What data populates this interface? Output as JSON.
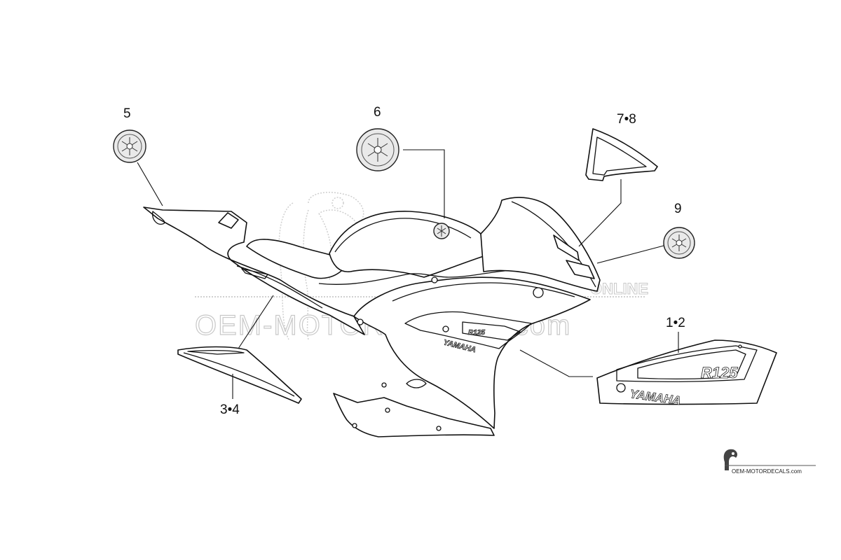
{
  "callouts": {
    "p5": "5",
    "p6": "6",
    "p78": "7•8",
    "p9": "9",
    "p12": "1•2",
    "p34": "3•4"
  },
  "decals": {
    "yamaha_large": "YAMAHA",
    "yamaha_fairing": "YAMAHA",
    "model_large": "R125",
    "model_fairing": "R125"
  },
  "watermark": {
    "text": "OEM-MOTORDECALS.com",
    "small": "ONLINE"
  },
  "footer": {
    "site": "OEM-MOTORDECALS.com"
  }
}
